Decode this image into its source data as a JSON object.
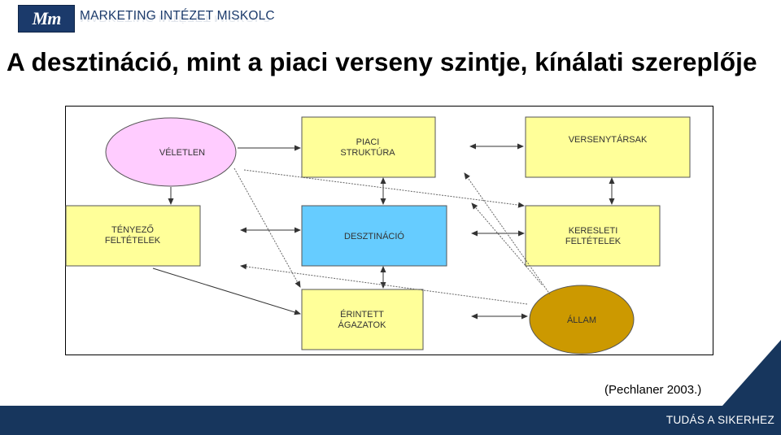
{
  "header": {
    "logo_text": "Mm",
    "org_name": "MARKETING INTÉZET MISKOLC"
  },
  "title": "A desztináció, mint a piaci verseny szintje, kínálati szereplője",
  "diagram": {
    "nodes": {
      "veletlen": [
        "VÉLETLEN"
      ],
      "piaci_struktura": [
        "PIACI",
        "STRUKTÚRA"
      ],
      "versenytarsak": [
        "VERSENYTÁRSAK"
      ],
      "tenyezo_feltetelek": [
        "TÉNYEZŐ",
        "FELTÉTELEK"
      ],
      "desztinacio": [
        "DESZTINÁCIÓ"
      ],
      "keresleti_feltetelek": [
        "KERESLETI",
        "FELTÉTELEK"
      ],
      "erintett_agazatok": [
        "ÉRINTETT",
        "ÁGAZATOK"
      ],
      "allam": [
        "ÁLLAM"
      ]
    },
    "colors": {
      "yellow_box": "#ffff99",
      "blue_box": "#66ccff",
      "pink_ellipse": "#ffccff",
      "gold_ellipse": "#cc9900",
      "arrow": "#333333"
    }
  },
  "citation": "(Pechlaner 2003.)",
  "footer": {
    "slogan": "TUDÁS A SIKERHEZ",
    "bar_color": "#17365d",
    "accent_color": "#1b3a6b"
  }
}
